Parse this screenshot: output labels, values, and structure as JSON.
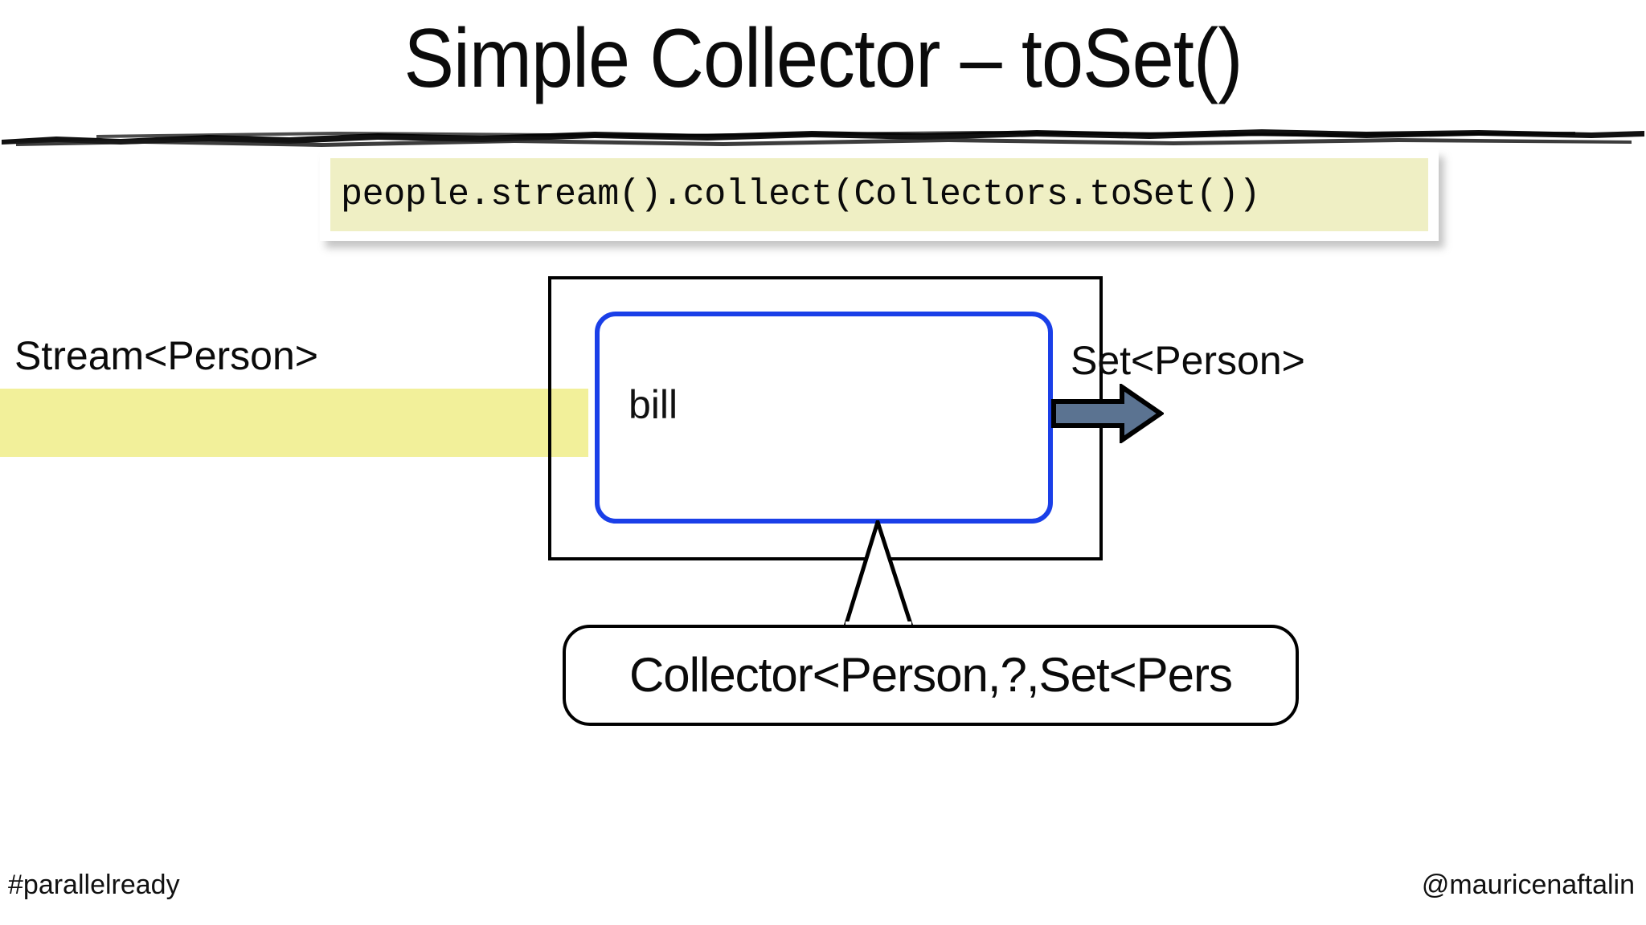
{
  "slide": {
    "title": "Simple Collector – toSet()",
    "background_color": "#ffffff"
  },
  "code_block": {
    "code": "people.stream().collect(Collectors.toSet())",
    "background_color": "#efefc4",
    "frame_color": "#ffffff"
  },
  "diagram": {
    "stream_label": "Stream<Person>",
    "stream_band_color": "#f2f09a",
    "outer_box_color": "#000000",
    "container_label": "bill",
    "container_border_color": "#1a3fe8",
    "result_label": "Set<Person>",
    "arrow_fill_color": "#5b7391",
    "arrow_outline_color": "#000000",
    "callout_text": "Collector<Person,?,Set<Pers"
  },
  "footer": {
    "hashtag": "#parallelready",
    "handle": "@mauricenaftalin"
  }
}
